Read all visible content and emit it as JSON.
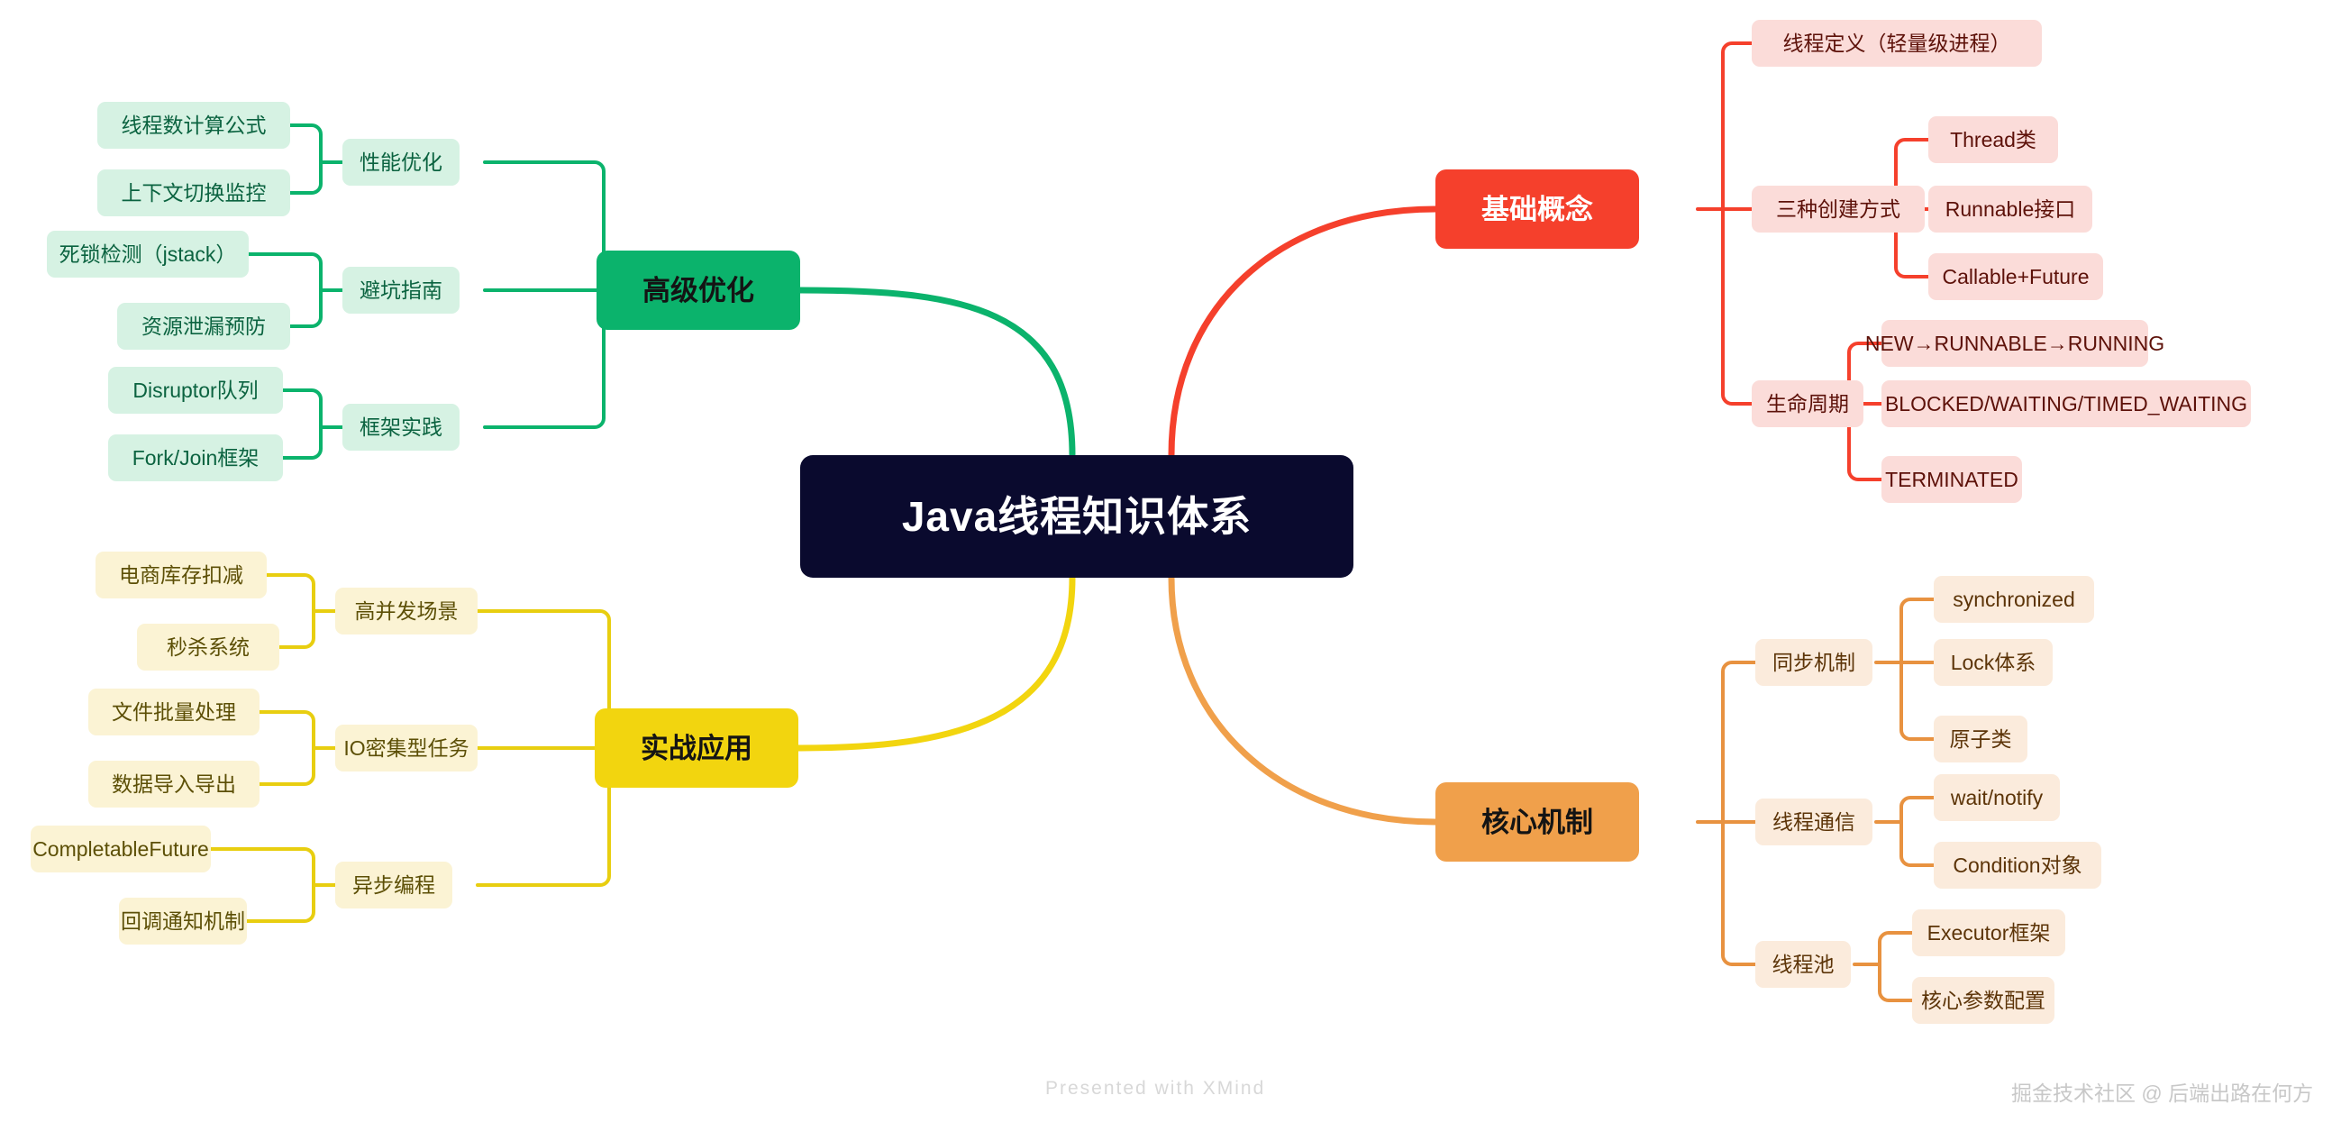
{
  "root": {
    "label": "Java线程知识体系",
    "color": "#0a0a2e",
    "text_color": "#ffffff"
  },
  "footer": {
    "watermark": "Presented with XMind",
    "credit": "掘金技术社区 @ 后端出路在何方"
  },
  "branches": {
    "basic": {
      "label": "基础概念",
      "color": "#f5402c",
      "sub": [
        {
          "label": "线程定义（轻量级进程）",
          "leaves": []
        },
        {
          "label": "三种创建方式",
          "leaves": [
            "Thread类",
            "Runnable接口",
            "Callable+Future"
          ]
        },
        {
          "label": "生命周期",
          "leaves": [
            "NEW→RUNNABLE→RUNNING",
            "BLOCKED/WAITING/TIMED_WAITING",
            "TERMINATED"
          ]
        }
      ]
    },
    "core": {
      "label": "核心机制",
      "color": "#f0a04b",
      "sub": [
        {
          "label": "同步机制",
          "leaves": [
            "synchronized",
            "Lock体系",
            "原子类"
          ]
        },
        {
          "label": "线程通信",
          "leaves": [
            "wait/notify",
            "Condition对象"
          ]
        },
        {
          "label": "线程池",
          "leaves": [
            "Executor框架",
            "核心参数配置"
          ]
        }
      ]
    },
    "advanced": {
      "label": "高级优化",
      "color": "#0bb36c",
      "sub": [
        {
          "label": "性能优化",
          "leaves": [
            "线程数计算公式",
            "上下文切换监控"
          ]
        },
        {
          "label": "避坑指南",
          "leaves": [
            "死锁检测（jstack）",
            "资源泄漏预防"
          ]
        },
        {
          "label": "框架实践",
          "leaves": [
            "Disruptor队列",
            "Fork/Join框架"
          ]
        }
      ]
    },
    "practice": {
      "label": "实战应用",
      "color": "#f2d50f",
      "sub": [
        {
          "label": "高并发场景",
          "leaves": [
            "电商库存扣减",
            "秒杀系统"
          ]
        },
        {
          "label": "IO密集型任务",
          "leaves": [
            "文件批量处理",
            "数据导入导出"
          ]
        },
        {
          "label": "异步编程",
          "leaves": [
            "CompletableFuture",
            "回调通知机制"
          ]
        }
      ]
    }
  }
}
